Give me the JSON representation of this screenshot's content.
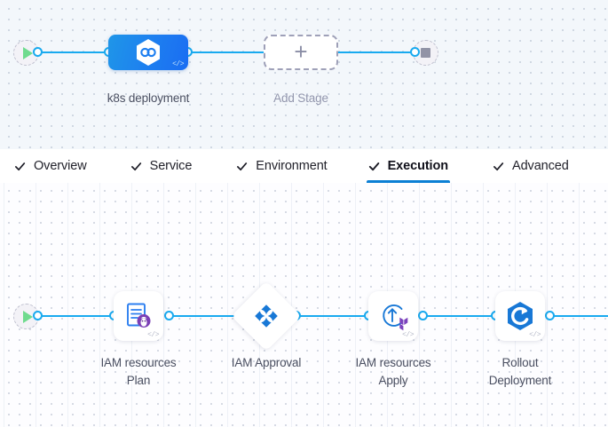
{
  "theme": {
    "connector_color": "#19aaef",
    "active_tab_color": "#0b7fd4",
    "stage_gradient_start": "#1f96e8",
    "stage_gradient_end": "#1a6df2",
    "terraform_purple": "#7b42bc",
    "play_green": "#6fdb8e",
    "stop_gray": "#9193a6"
  },
  "stage_pipeline": {
    "start_node": {
      "icon": "play-icon"
    },
    "end_node": {
      "icon": "stop-icon"
    },
    "stages": [
      {
        "label": "k8s deployment",
        "icon": "kubernetes-hexagon-icon",
        "badge": "</>",
        "selected": true
      },
      {
        "label": "Add Stage",
        "icon": "plus-icon",
        "selected": false
      }
    ]
  },
  "tabs": {
    "items": [
      {
        "label": "Overview",
        "icon": "check-icon",
        "active": false
      },
      {
        "label": "Service",
        "icon": "check-icon",
        "active": false
      },
      {
        "label": "Environment",
        "icon": "check-icon",
        "active": false
      },
      {
        "label": "Execution",
        "icon": "check-icon",
        "active": true
      },
      {
        "label": "Advanced",
        "icon": "check-icon",
        "active": false
      }
    ]
  },
  "execution_pipeline": {
    "start_node": {
      "icon": "play-icon"
    },
    "steps": [
      {
        "label_line1": "IAM resources",
        "label_line2": "Plan",
        "icon": "terraform-plan-icon",
        "badge": "</>",
        "shape": "rounded-square"
      },
      {
        "label_line1": "IAM Approval",
        "label_line2": "",
        "icon": "harness-approval-icon",
        "badge": "",
        "shape": "diamond"
      },
      {
        "label_line1": "IAM resources",
        "label_line2": "Apply",
        "icon": "terraform-apply-icon",
        "badge": "</>",
        "shape": "rounded-square"
      },
      {
        "label_line1": "Rollout",
        "label_line2": "Deployment",
        "icon": "rollout-hexagon-icon",
        "badge": "</>",
        "shape": "rounded-square"
      }
    ]
  }
}
